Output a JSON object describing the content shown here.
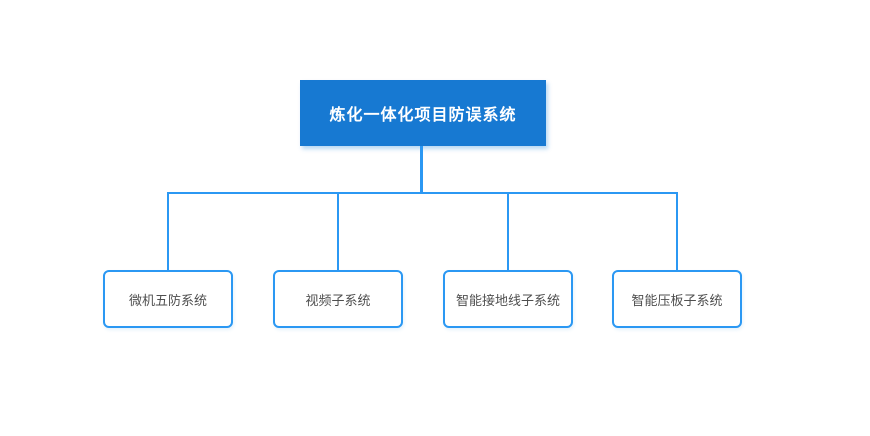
{
  "diagram": {
    "type": "org-tree",
    "root": {
      "label": "炼化一体化项目防误系统"
    },
    "children": [
      {
        "label": "微机五防系统"
      },
      {
        "label": "视频子系统"
      },
      {
        "label": "智能接地线子系统"
      },
      {
        "label": "智能压板子系统"
      }
    ],
    "colors": {
      "background": "#ffffff",
      "root_fill": "#1779d2",
      "root_text": "#ffffff",
      "line": "#2b98f3",
      "child_border": "#2b98f3",
      "child_fill": "#ffffff",
      "child_text": "#4f4f4f"
    }
  }
}
